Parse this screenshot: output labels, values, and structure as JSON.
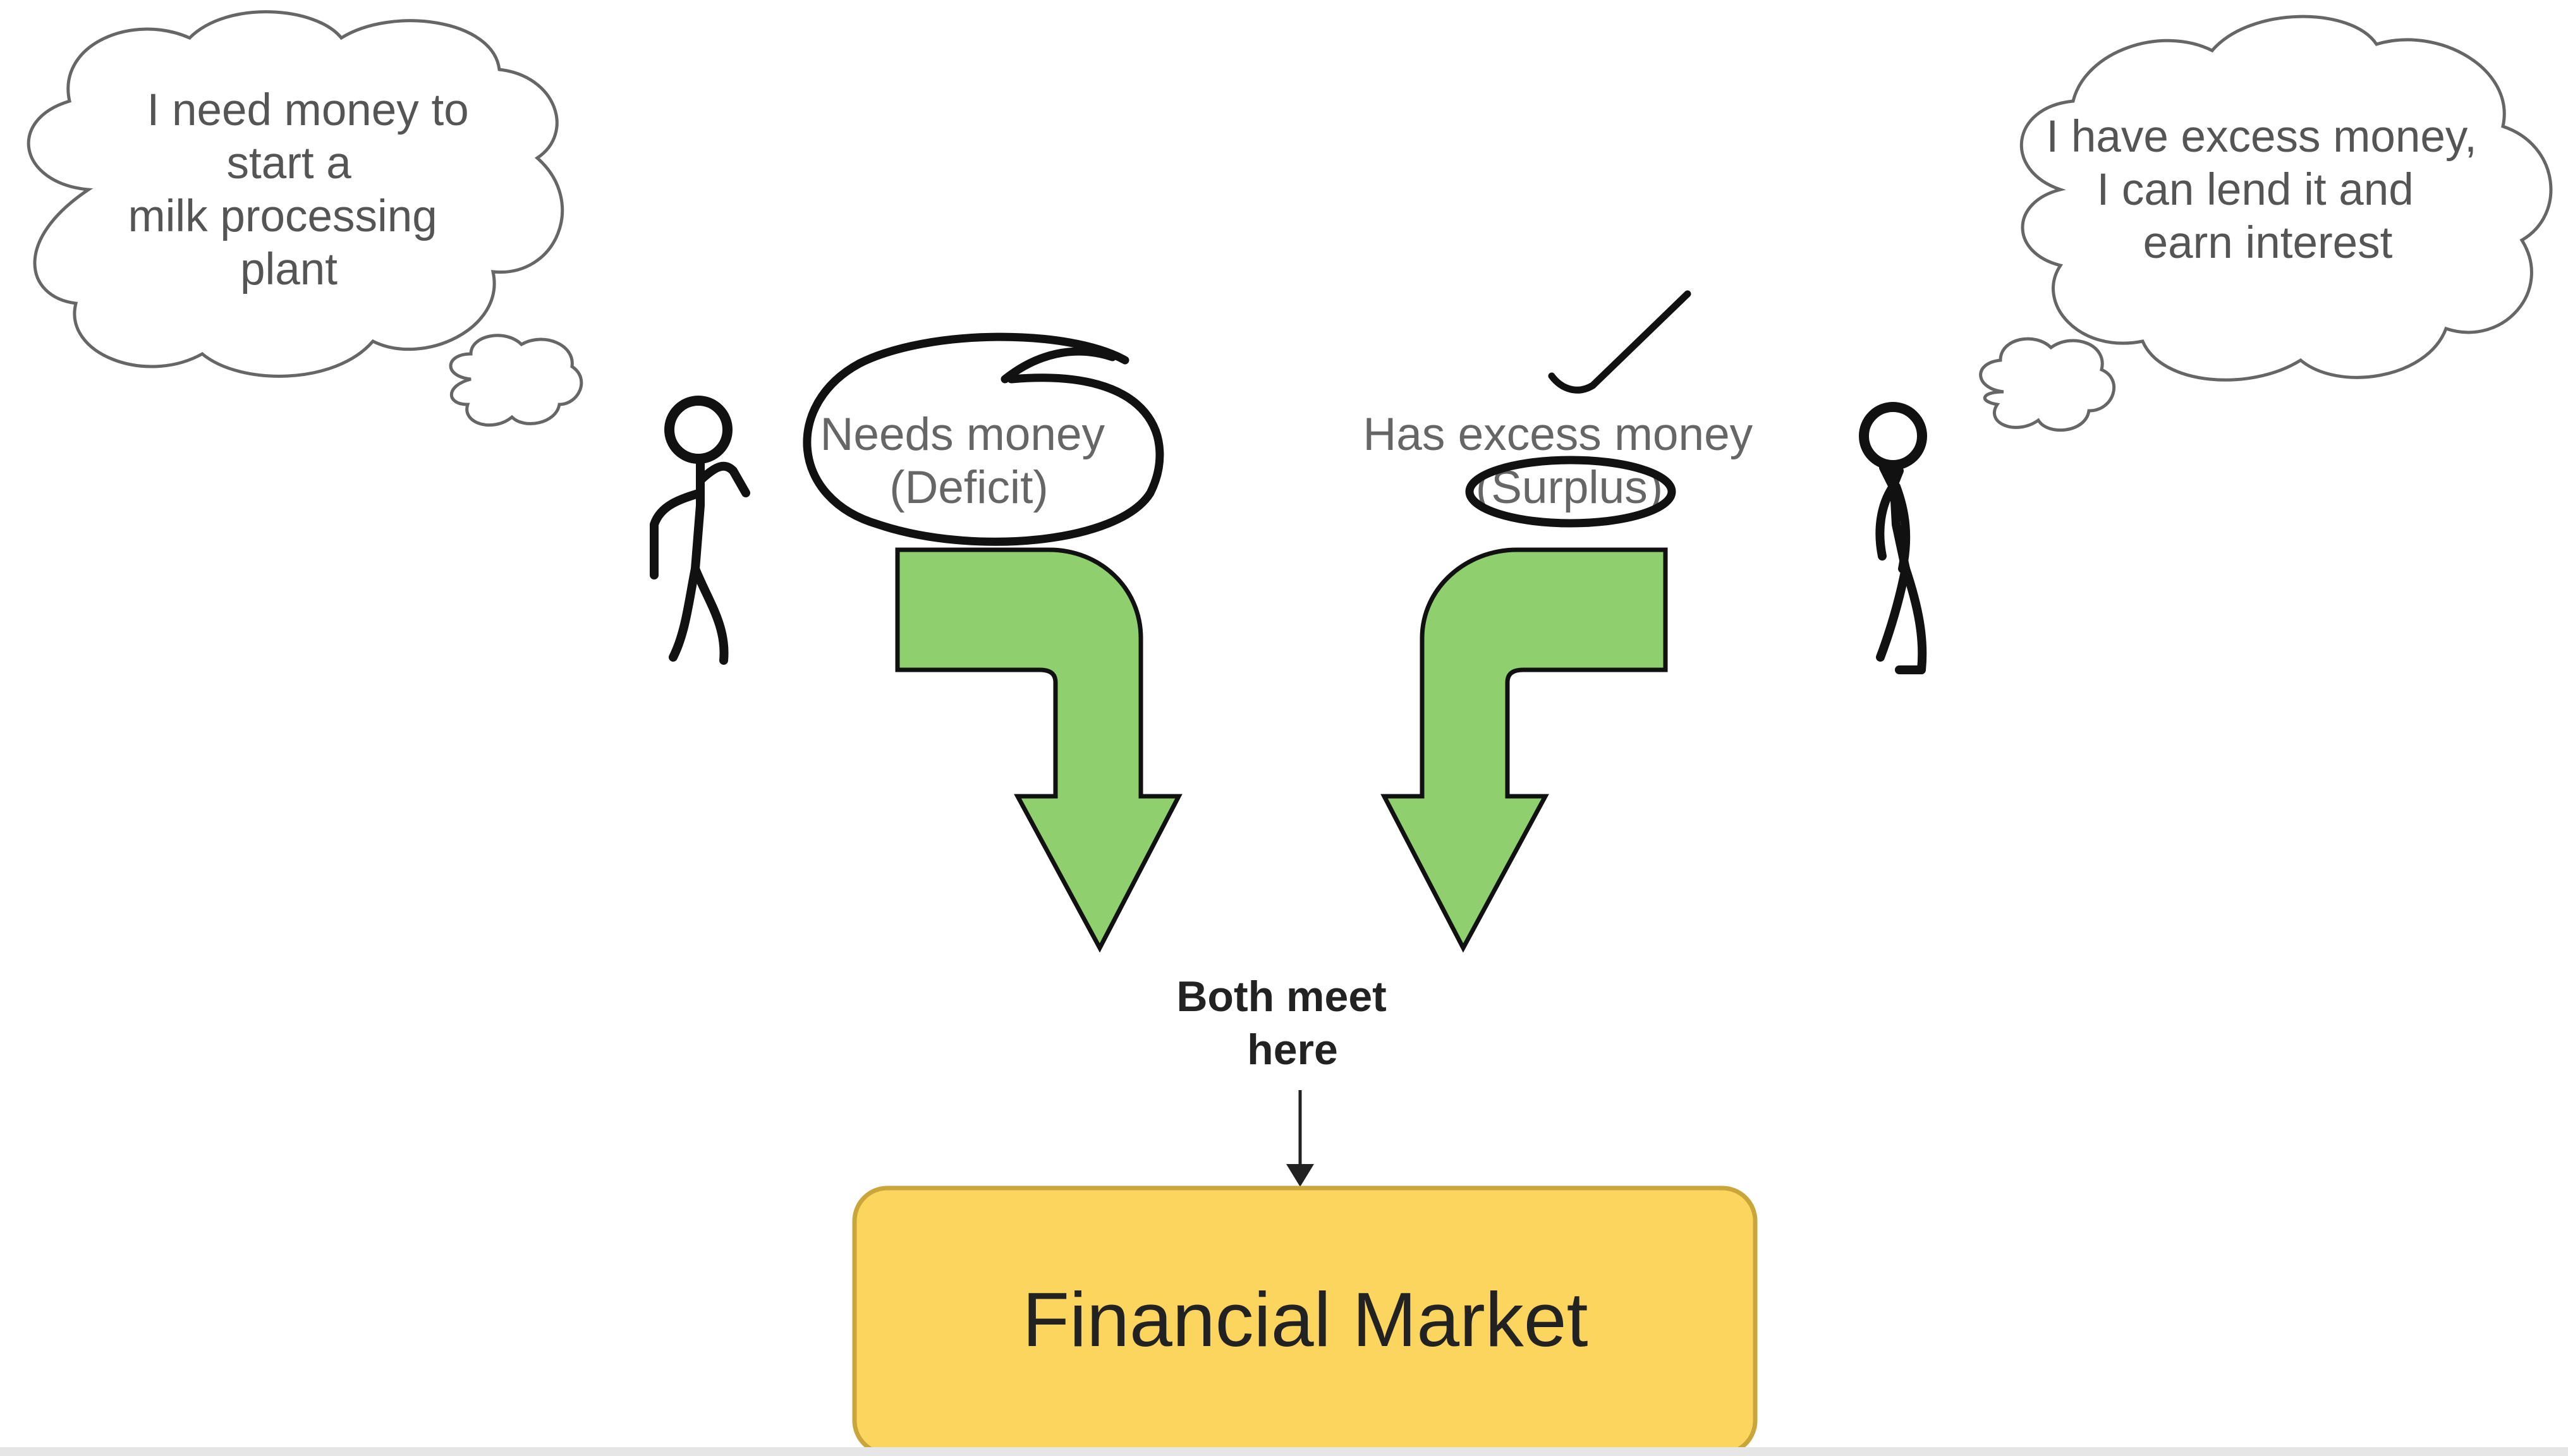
{
  "borrower": {
    "thought_lines": [
      "I need money to",
      "start a",
      "milk processing",
      "plant"
    ],
    "label_lines": [
      "Needs money",
      "(Deficit)"
    ]
  },
  "lender": {
    "thought_lines": [
      "I have excess money,",
      "I can lend it and",
      "earn interest"
    ],
    "label_lines": [
      "Has excess money",
      "(Surplus)"
    ]
  },
  "meeting_point": {
    "lines": [
      "Both meet",
      "here"
    ]
  },
  "market": {
    "label": "Financial Market"
  },
  "colors": {
    "arrow_fill": "#8fcf6e",
    "market_fill": "#fcd55e",
    "market_border": "#c9a63a",
    "ink": "#111111"
  }
}
